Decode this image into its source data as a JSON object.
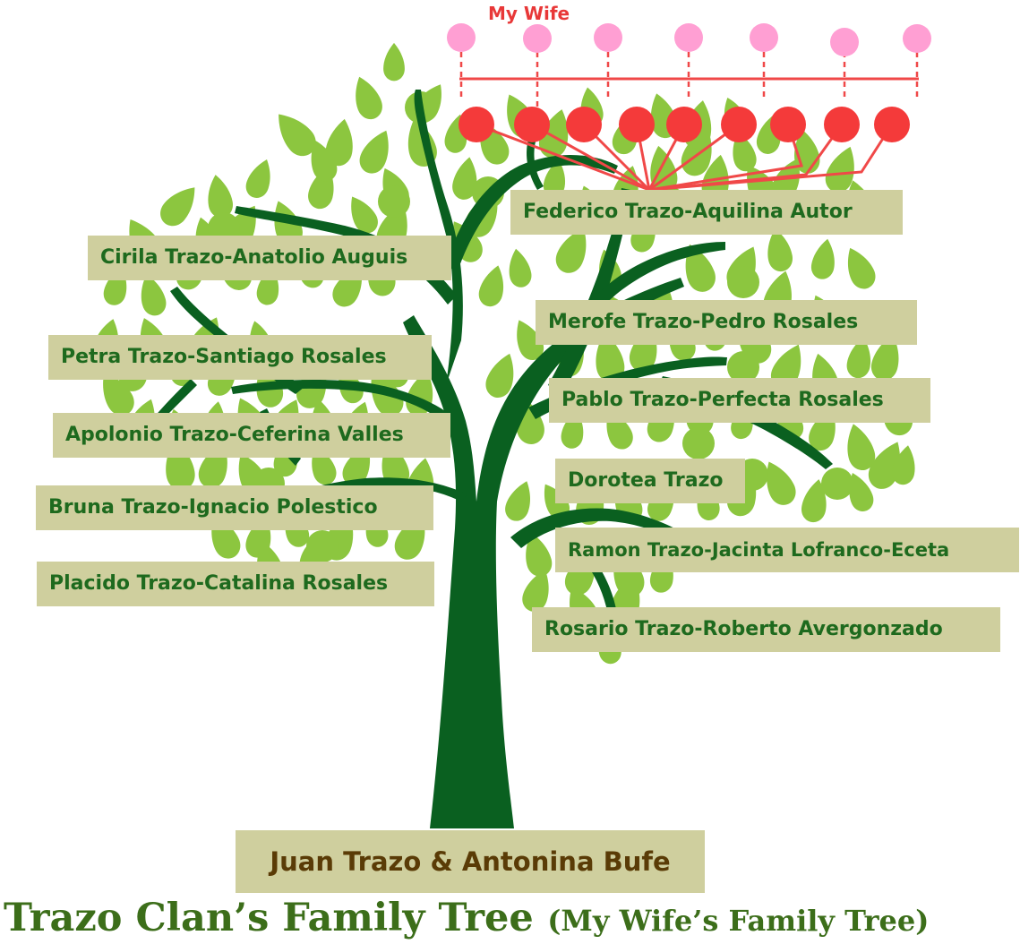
{
  "my_wife_label": "My Wife",
  "colors": {
    "trunk": "#0a6020",
    "leaf": "#8cc63f",
    "label_bg": "#cfcf9e",
    "label_text": "#1e6a1e",
    "root_text": "#5a3b06",
    "title_text": "#3c6e1a",
    "red_node": "#f43a3a",
    "pink_node": "#ff9fd3",
    "connector": "#f04848"
  },
  "root_couple": "Juan Trazo & Antonina Bufe",
  "children": [
    "Federico Trazo-Aquilina Autor",
    "Cirila Trazo-Anatolio Auguis",
    "Merofe Trazo-Pedro Rosales",
    "Petra Trazo-Santiago Rosales",
    "Pablo Trazo-Perfecta Rosales",
    "Apolonio Trazo-Ceferina Valles",
    "Dorotea Trazo",
    "Bruna Trazo-Ignacio Polestico",
    "Ramon Trazo-Jacinta Lofranco-Eceta",
    "Placido Trazo-Catalina Rosales",
    "Rosario Trazo-Roberto Avergonzado"
  ],
  "title": {
    "main": "Trazo Clan’s Family Tree",
    "sub": "(My Wife’s Family Tree)"
  }
}
